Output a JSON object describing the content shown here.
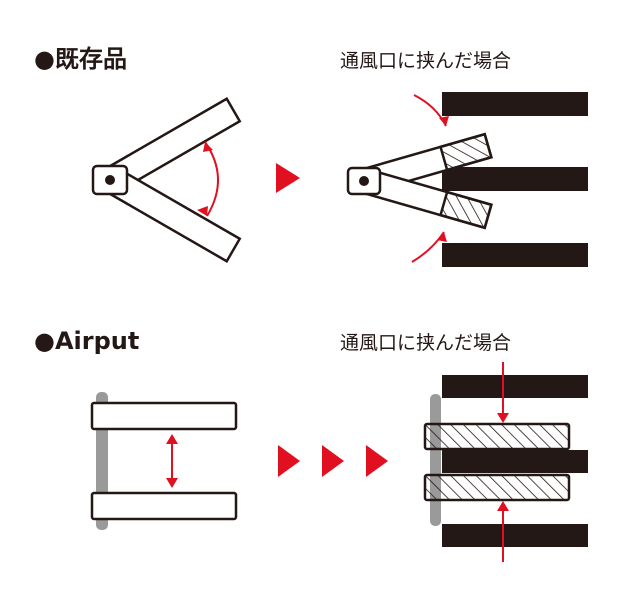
{
  "sections": {
    "existing": {
      "bullet": "●",
      "title": "既存品"
    },
    "airput": {
      "bullet": "●",
      "title": "Airput"
    }
  },
  "captions": {
    "existing_right": "通風口に挟んだ場合",
    "airput_right": "通風口に挟んだ場合"
  },
  "colors": {
    "accent": "#e01020",
    "vent_slat": "#231815",
    "outline": "#231815",
    "spine": "#9a9a9a",
    "fill": "#ffffff"
  }
}
